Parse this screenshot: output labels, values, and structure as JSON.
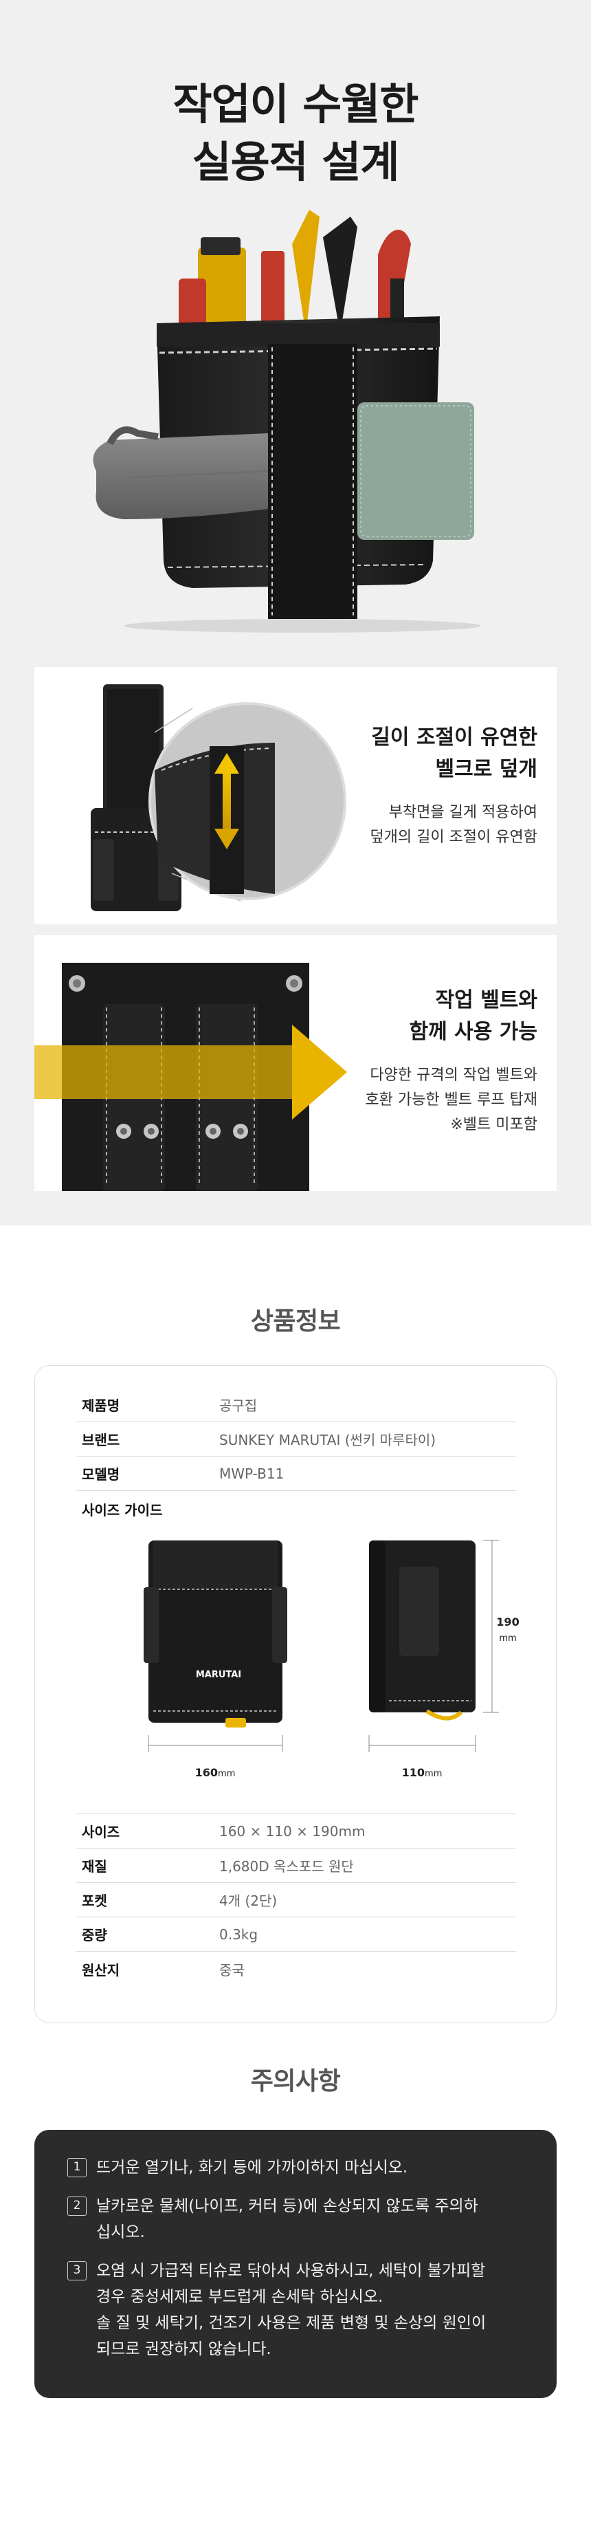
{
  "hero": {
    "title_line1": "작업이 수월한",
    "title_line2": "실용적 설계"
  },
  "features": [
    {
      "title_line1": "길이 조절이 유연한",
      "title_line2": "벨크로 덮개",
      "desc_line1": "부착면을 길게 적용하여",
      "desc_line2": "덮개의 길이 조절이 유연함"
    },
    {
      "title_line1": "작업 벨트와",
      "title_line2": "함께 사용 가능",
      "desc_line1": "다양한 규격의 작업 벨트와",
      "desc_line2": "호환 가능한 벨트 루프 탑재",
      "desc_line3": "※벨트 미포함"
    }
  ],
  "product_info": {
    "title": "상품정보",
    "rows_top": [
      {
        "label": "제품명",
        "value": "공구집"
      },
      {
        "label": "브랜드",
        "value": "SUNKEY MARUTAI (썬키 마루타이)"
      },
      {
        "label": "모델명",
        "value": "MWP-B11"
      }
    ],
    "size_guide": {
      "label": "사이즈 가이드",
      "brand_print": "MARUTAI",
      "width_value": "160",
      "depth_value": "110",
      "height_value": "190",
      "unit": "mm"
    },
    "rows_bottom": [
      {
        "label": "사이즈",
        "value": "160 × 110 × 190mm"
      },
      {
        "label": "재질",
        "value": "1,680D 옥스포드 원단"
      },
      {
        "label": "포켓",
        "value": "4개 (2단)"
      },
      {
        "label": "중량",
        "value": "0.3kg"
      },
      {
        "label": "원산지",
        "value": "중국"
      }
    ]
  },
  "caution": {
    "title": "주의사항",
    "items": [
      {
        "num": "1",
        "lines": [
          "뜨거운 열기나, 화기 등에 가까이하지 마십시오."
        ]
      },
      {
        "num": "2",
        "lines": [
          "날카로운 물체(나이프, 커터 등)에 손상되지 않도록 주의하",
          "십시오."
        ]
      },
      {
        "num": "3",
        "lines": [
          "오염 시 가급적 티슈로 닦아서 사용하시고, 세탁이 불가피할",
          "경우 중성세제로 부드럽게 손세탁 하십시오.",
          "솔 질 및  세탁기, 건조기 사용은 제품 변형 및 손상의 원인이",
          "되므로 권장하지 않습니다."
        ]
      }
    ]
  },
  "colors": {
    "background_grey": "#f0f0f0",
    "accent_yellow": "#e8b400",
    "caution_bg": "#2b2b2b"
  }
}
